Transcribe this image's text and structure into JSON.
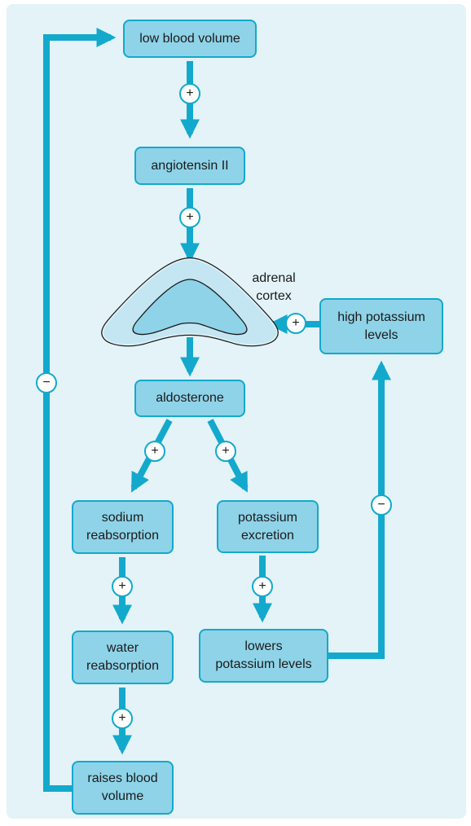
{
  "nodes": {
    "low_blood_volume": "low blood volume",
    "angiotensin_ii": "angiotensin II",
    "aldosterone": "aldosterone",
    "sodium_reabsorption": "sodium\nreabsorption",
    "water_reabsorption": "water\nreabsorption",
    "raises_blood_volume": "raises blood\nvolume",
    "potassium_excretion": "potassium\nexcretion",
    "lowers_potassium_levels": "lowers\npotassium levels",
    "high_potassium_levels": "high potassium\nlevels"
  },
  "gland_label": "adrenal\ncortex",
  "signs": {
    "plus": "+",
    "minus": "−"
  },
  "colors": {
    "background": "#e3f3f8",
    "box_fill": "#8fd3e8",
    "arrow": "#13a9cc",
    "gland_outer": "#c4e6f2",
    "gland_inner": "#8fd3e8"
  }
}
